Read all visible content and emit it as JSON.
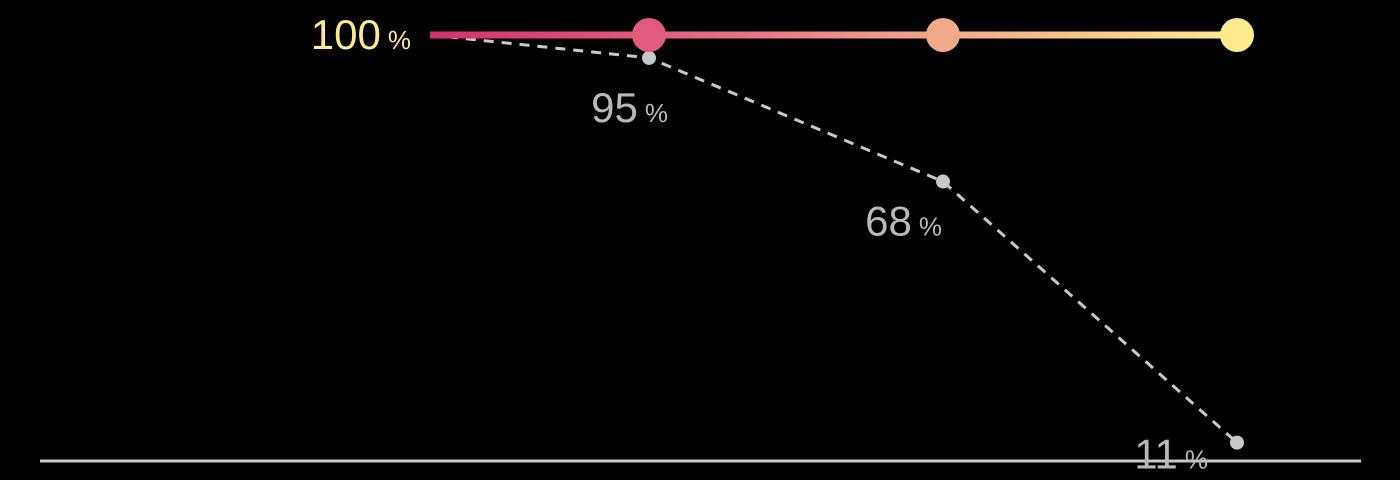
{
  "chart_data": {
    "type": "line",
    "x": [
      0,
      1,
      2,
      3
    ],
    "ylim": [
      0,
      100
    ],
    "series": [
      {
        "values": [
          100,
          100,
          100,
          100
        ],
        "style": "solid",
        "colors": [
          "#d4306f",
          "#e35a7f",
          "#f2a98a",
          "#fdea8c"
        ]
      },
      {
        "values": [
          100,
          95,
          68,
          11
        ],
        "style": "dashed",
        "colors": [
          "#c8c8c8"
        ]
      }
    ],
    "labels": [
      {
        "series": 0,
        "point": 0,
        "value": "100",
        "unit": "%",
        "color": "#fdea8c"
      },
      {
        "series": 1,
        "point": 1,
        "value": "95",
        "unit": "%",
        "color": "#b9b9b9"
      },
      {
        "series": 1,
        "point": 2,
        "value": "68",
        "unit": "%",
        "color": "#b9b9b9"
      },
      {
        "series": 1,
        "point": 3,
        "value": "11",
        "unit": "%",
        "color": "#b9b9b9"
      }
    ],
    "baseline_color": "#c8c8c8"
  }
}
